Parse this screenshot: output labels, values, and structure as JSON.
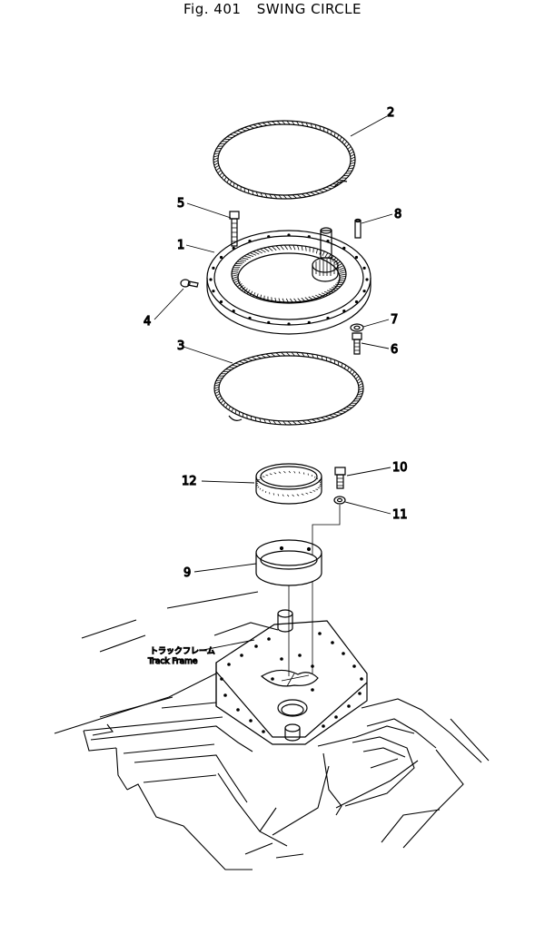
{
  "figure": {
    "number": "Fig. 401",
    "title": "SWING CIRCLE"
  },
  "parts": {
    "p1": "1",
    "p2": "2",
    "p3": "3",
    "p4": "4",
    "p5": "5",
    "p6": "6",
    "p7": "7",
    "p8": "8",
    "p9": "9",
    "p10": "10",
    "p11": "11",
    "p12": "12"
  },
  "callout": {
    "japanese": "トラックフレーム",
    "english": "Track Frame"
  }
}
